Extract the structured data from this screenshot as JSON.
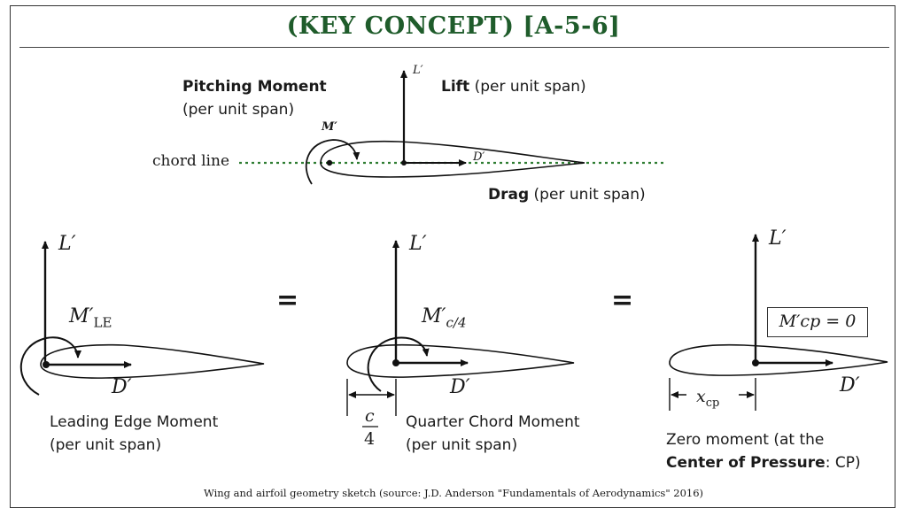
{
  "header": {
    "title": "(KEY CONCEPT) [A-5-6]"
  },
  "top_diagram": {
    "pitching_moment_title": "Pitching Moment",
    "pitching_moment_sub": "(per unit span)",
    "lift_bold": "Lift",
    "lift_rest": " (per unit span)",
    "drag_bold": "Drag",
    "drag_rest": " (per unit span)",
    "chord_line": "chord line",
    "sym_L": "L′",
    "sym_M": "M′",
    "sym_D": "D′"
  },
  "panels": {
    "left": {
      "sym_L": "L′",
      "sym_M": "M′",
      "sym_M_sub": "LE",
      "sym_D": "D′",
      "label_line1": "Leading Edge Moment",
      "label_line2": "(per unit span)"
    },
    "middle": {
      "sym_L": "L′",
      "sym_M": "M′",
      "sym_M_sub": "c/4",
      "sym_D": "D′",
      "frac_num": "c",
      "frac_den": "4",
      "label_line1": "Quarter Chord Moment",
      "label_line2": "(per unit span)"
    },
    "right": {
      "sym_L": "L′",
      "sym_D": "D′",
      "box_text": "M′cp = 0",
      "xcp": "x",
      "xcp_sub": "cp",
      "label_line1": "Zero moment (at the",
      "label_line2_bold": "Center of Pressure",
      "label_line2_rest": ": CP)"
    }
  },
  "equals": "=",
  "caption": "Wing and airfoil geometry sketch (source: J.D. Anderson \"Fundamentals of Aerodynamics\" 2016)",
  "colors": {
    "title": "#1f5c2b",
    "chord_line": "#2e7d32"
  }
}
